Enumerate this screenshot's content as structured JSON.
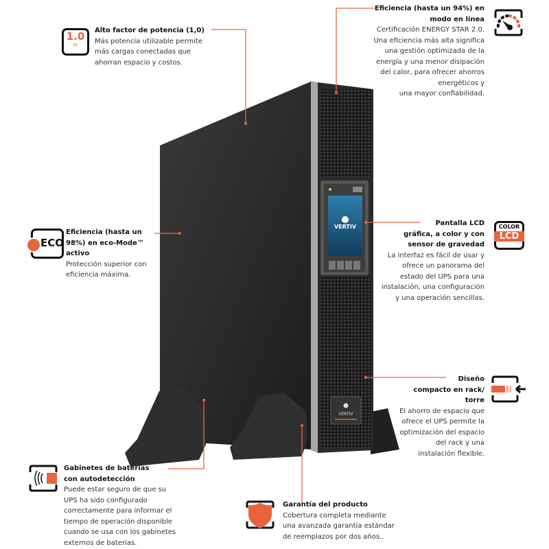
{
  "colors": {
    "accent": "#e8643c",
    "ups_body": "#2a2a2a",
    "screen": "#1f5f86"
  },
  "features": {
    "power_factor": {
      "icon": "power-factor-icon",
      "icon_value": "1.0",
      "icon_unit": "PF",
      "title": "Alto factor de potencia (1,0)",
      "lines": [
        "Más potencia utilizable permite",
        "más cargas conectadas que",
        "ahorran espacio y costos."
      ]
    },
    "online_efficiency": {
      "icon": "gauge-icon",
      "title_lines": [
        "Eficiencia (hasta un 94%) en",
        "modo en línea"
      ],
      "lines": [
        "Certificación ENERGY STAR 2.0.",
        "Una eficiencia más alta significa",
        "una gestión optimizada de la",
        "energía y una menor disipación",
        "del calor, para ofrecer ahorros",
        "energéticos y",
        "una mayor confiabilidad."
      ]
    },
    "eco_mode": {
      "icon": "eco-icon",
      "icon_text": "ECO",
      "title_lines": [
        "Eficiencia (hasta un",
        "98%) en eco-Mode™",
        "activo"
      ],
      "lines": [
        "Protección superior con",
        "eficiencia máxima."
      ]
    },
    "lcd": {
      "icon": "color-lcd-icon",
      "icon_top": "COLOR",
      "icon_bottom": "LCD",
      "title_lines": [
        "Pantalla LCD",
        "gráfica, a color y con",
        "sensor de gravedad"
      ],
      "lines": [
        "La interfaz es fácil de usar y",
        "ofrece un panorama del",
        "estado del UPS para una",
        "instalación, una configuración",
        "y una operación sencillas."
      ]
    },
    "compact": {
      "icon": "rack-tower-icon",
      "title_lines": [
        "Diseño",
        "compacto en rack/",
        "torre"
      ],
      "lines": [
        "El ahorro de espacio que",
        "ofrece el UPS permite la",
        "optimización del espacio",
        "del rack y una",
        "instalación flexible."
      ]
    },
    "battery": {
      "icon": "battery-detection-icon",
      "title_lines": [
        "Gabinetes de baterías",
        "con autodetección"
      ],
      "lines": [
        "Puede estar seguro de que su",
        "UPS ha sido configurado",
        "correctamente para informar el",
        "tiempo de operación disponible",
        "cuando se usa con los gabinetes",
        "externos de baterías."
      ]
    },
    "warranty": {
      "icon": "shield-icon",
      "title": "Garantía del producto",
      "lines": [
        "Cobertura completa mediante",
        "una avanzada garantía estándar",
        "de reemplazos por dos años.."
      ]
    }
  },
  "product": {
    "brand_screen": "VERTIV",
    "brand_badge": "VERTIV"
  }
}
